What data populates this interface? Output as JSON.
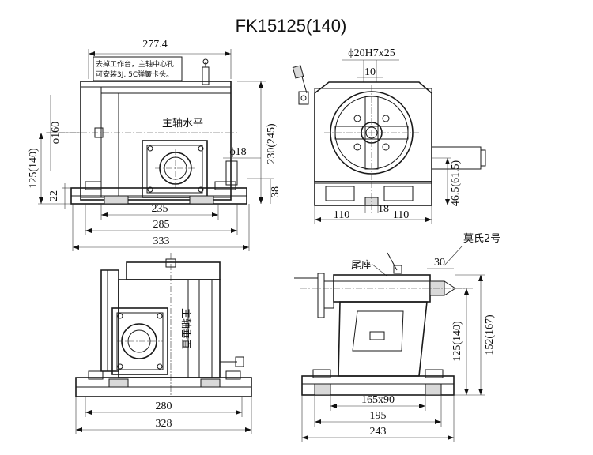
{
  "title": "FK15125(140)",
  "views": {
    "top_left": {
      "dim_width_top": "277.4",
      "note_line1": "去掉工作台，主轴中心孔",
      "note_line2": "可安装3J, 5C弹簧卡头。",
      "label_spindle_horizontal": "主轴水平",
      "dim_phi160": "ϕ160",
      "dim_phi18": "ϕ18",
      "dim_230": "230(245)",
      "dim_38": "38",
      "dim_125": "125(140)",
      "dim_22": "22",
      "dim_235": "235",
      "dim_285": "285",
      "dim_333": "333"
    },
    "top_right": {
      "dim_phi20": "ϕ20H7x25",
      "dim_10": "10",
      "dim_46_5": "46.5(61.5)",
      "dim_110_left": "110",
      "dim_18": "18",
      "dim_110_right": "110"
    },
    "bottom_left": {
      "label_spindle_vertical": "主轴垂直",
      "dim_280": "280",
      "dim_328": "328"
    },
    "bottom_right": {
      "label_tailstock": "尾座",
      "label_morse": "莫氏2号",
      "dim_30": "30",
      "dim_125": "125(140)",
      "dim_152": "152(167)",
      "dim_165x90": "165x90",
      "dim_195": "195",
      "dim_243": "243"
    }
  }
}
